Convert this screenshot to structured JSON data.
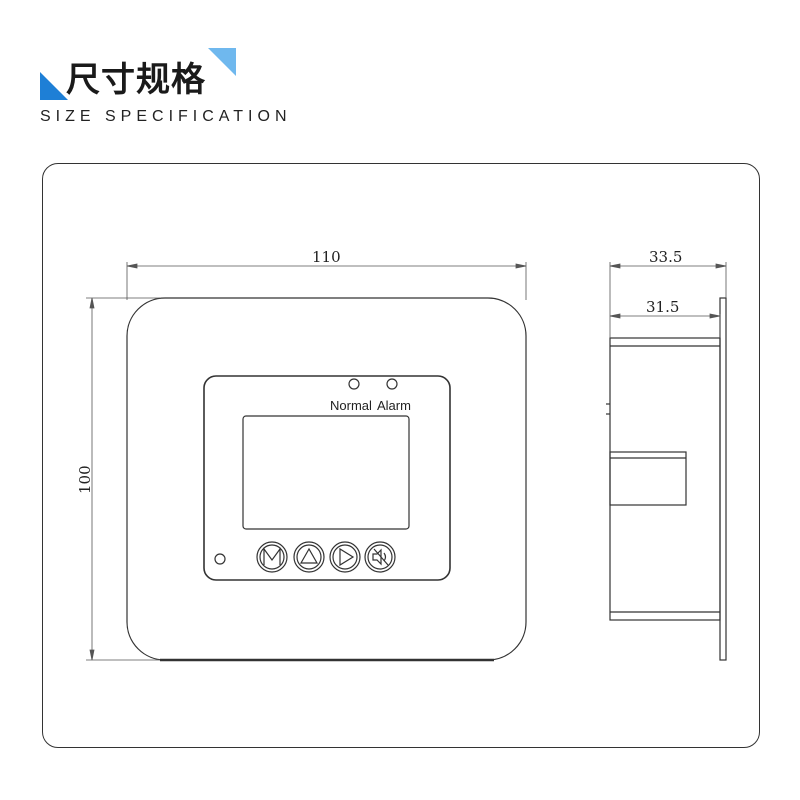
{
  "header": {
    "title": "尺寸规格",
    "subtitle": "SIZE SPECIFICATION",
    "accent_color": "#1e7fd6"
  },
  "front_view": {
    "width_dim": "110",
    "height_dim": "100",
    "indicator_labels": [
      "Normal",
      "Alarm"
    ],
    "buttons": [
      {
        "name": "m-button",
        "glyph": "M"
      },
      {
        "name": "up-button",
        "glyph": "up-triangle"
      },
      {
        "name": "right-button",
        "glyph": "right-triangle"
      },
      {
        "name": "mute-button",
        "glyph": "speaker-mute"
      }
    ]
  },
  "side_view": {
    "depth_total_dim": "33.5",
    "depth_body_dim": "31.5"
  }
}
